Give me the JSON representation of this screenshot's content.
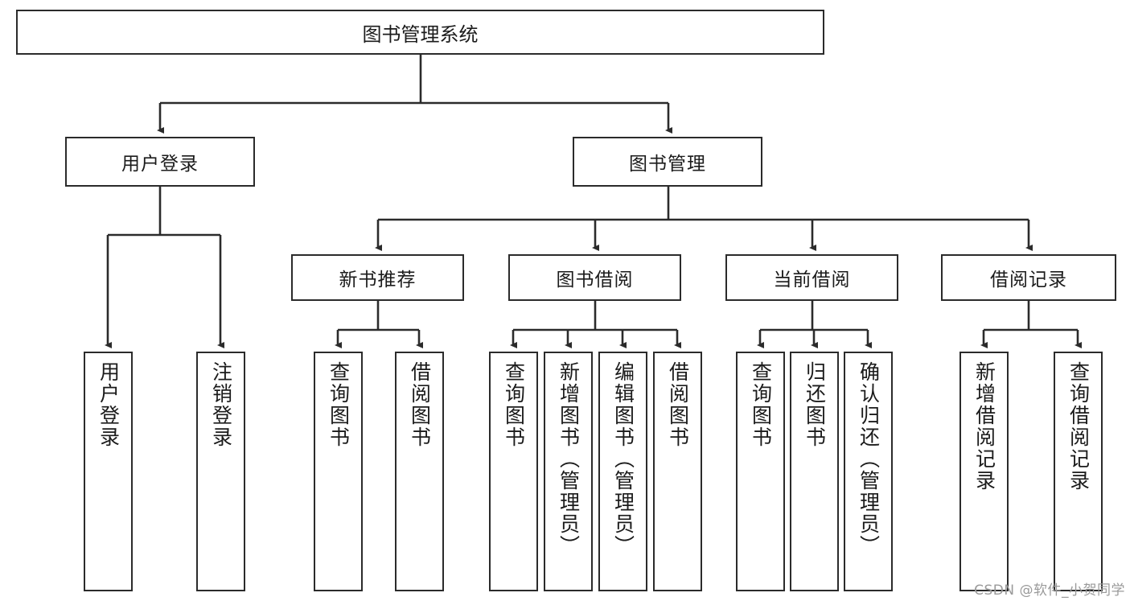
{
  "diagram": {
    "title": "图书管理系统",
    "type": "tree",
    "root": {
      "label": "图书管理系统"
    },
    "level1": [
      {
        "label": "用户登录"
      },
      {
        "label": "图书管理"
      }
    ],
    "level2": [
      {
        "label": "新书推荐"
      },
      {
        "label": "图书借阅"
      },
      {
        "label": "当前借阅"
      },
      {
        "label": "借阅记录"
      }
    ],
    "leaves": {
      "user_login": [
        {
          "label": "用户登录"
        },
        {
          "label": "注销登录"
        }
      ],
      "new_book": [
        {
          "label": "查询图书"
        },
        {
          "label": "借阅图书"
        }
      ],
      "book_borrow": [
        {
          "label": "查询图书"
        },
        {
          "label": "新增图书（管理员）"
        },
        {
          "label": "编辑图书（管理员）"
        },
        {
          "label": "借阅图书"
        }
      ],
      "current_borrow": [
        {
          "label": "查询图书"
        },
        {
          "label": "归还图书"
        },
        {
          "label": "确认归还（管理员）"
        }
      ],
      "borrow_record": [
        {
          "label": "新增借阅记录"
        },
        {
          "label": "查询借阅记录"
        }
      ]
    }
  },
  "watermark": {
    "text": "CSDN @软件_小贺同学"
  },
  "colors": {
    "stroke": "#2b2b2b",
    "fill": "#ffffff",
    "text": "#1b1b1b",
    "watermark": "#9a9a9a"
  }
}
